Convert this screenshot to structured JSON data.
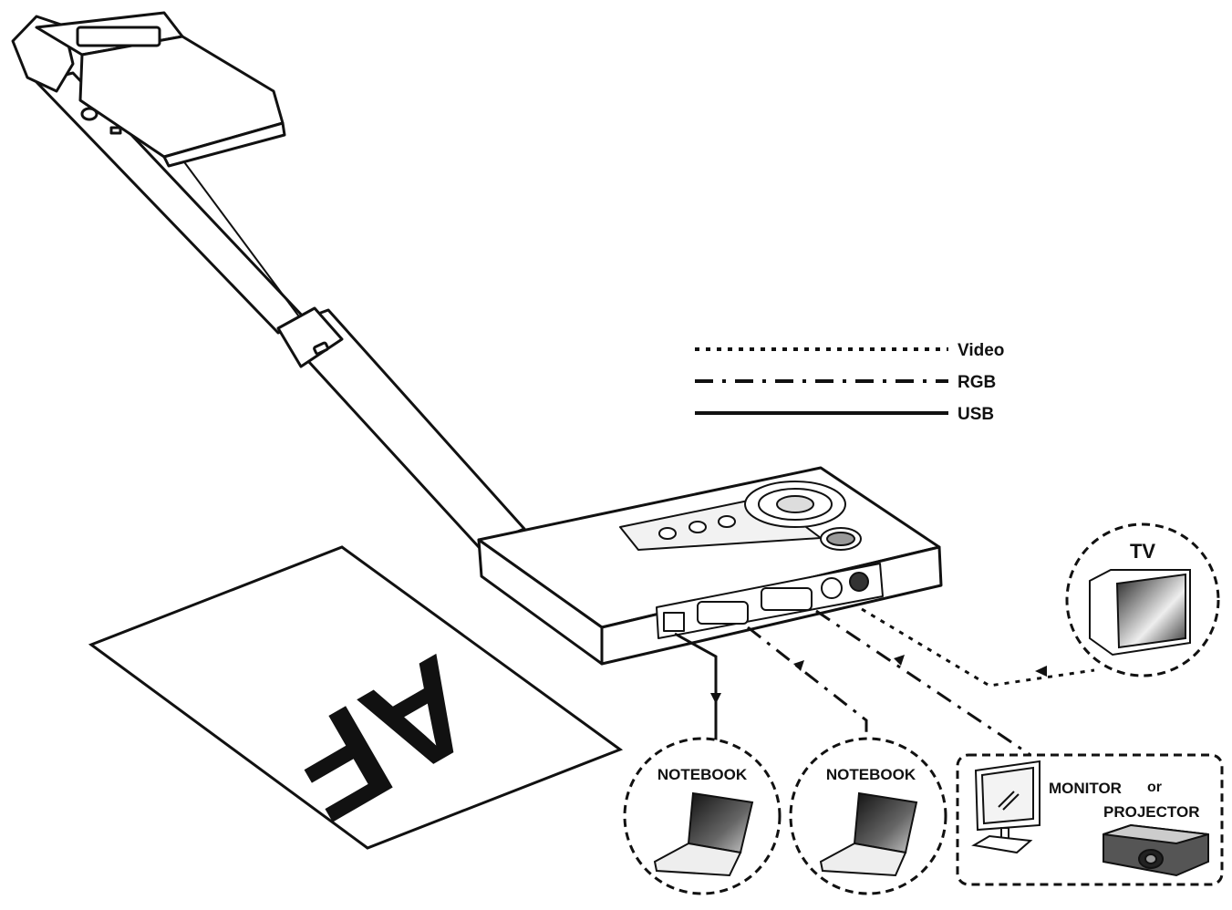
{
  "legend": {
    "video": "Video",
    "rgb": "RGB",
    "usb": "USB"
  },
  "paper_text": "AF",
  "devices": {
    "tv": "TV",
    "notebook_usb": "NOTEBOOK",
    "notebook_rgb": "NOTEBOOK",
    "monitor": "MONITOR",
    "or": "or",
    "projector": "PROJECTOR"
  }
}
